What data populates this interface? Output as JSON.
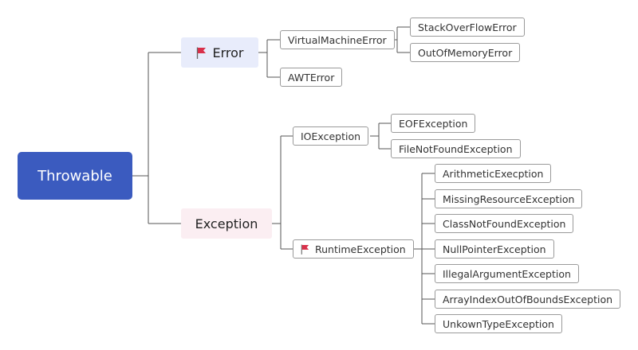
{
  "root": {
    "label": "Throwable"
  },
  "error": {
    "label": "Error",
    "icon": "red-flag-icon",
    "virtual_machine_error": "VirtualMachineError",
    "stack_overflow_error": "StackOverFlowError",
    "out_of_memory_error": "OutOfMemoryError",
    "awt_error": "AWTError"
  },
  "exception": {
    "label": "Exception",
    "io_exception": "IOException",
    "eof_exception": "EOFException",
    "file_not_found_exception": "FileNotFoundException",
    "runtime_exception": "RuntimeException",
    "runtime_icon": "red-flag-icon",
    "runtime_children": [
      "ArithmeticExecption",
      "MissingResourceException",
      "ClassNotFoundException",
      "NullPointerException",
      "IllegalArgumentException",
      "ArrayIndexOutOfBoundsException",
      "UnkownTypeException"
    ]
  },
  "colors": {
    "root_fill": "#3b5bbf",
    "error_fill": "#e8ecfb",
    "exception_fill": "#fbeef2",
    "flag": "#d9304a",
    "connector": "#555555"
  }
}
